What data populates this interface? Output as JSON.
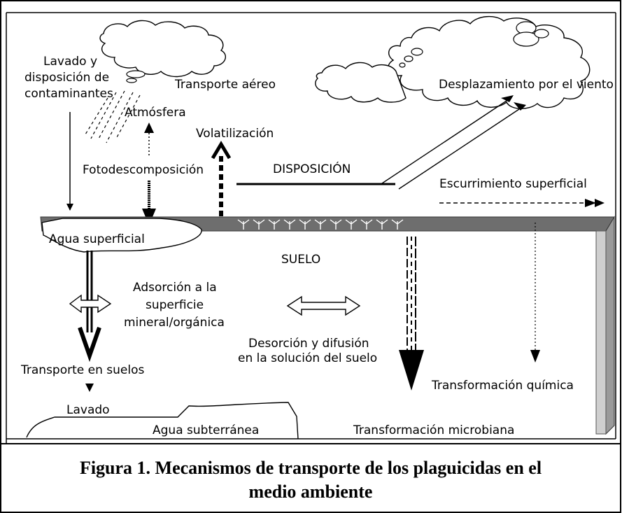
{
  "diagram": {
    "labels": {
      "lavado_y": "Lavado y",
      "disposicion_de": "disposición de",
      "contaminantes": "contaminantes",
      "transporte_aereo": "Transporte aéreo",
      "desplazamiento_viento": "Desplazamiento por el viento",
      "atmosfera": "Atmósfera",
      "volatilizacion": "Volatilización",
      "fotodescomposicion": "Fotodescomposición",
      "disposicion": "DISPOSICIÓN",
      "escurrimiento": "Escurrimiento superficial",
      "agua_superficial": "Agua superficial",
      "suelo": "SUELO",
      "adsorcion_1": "Adsorción a la",
      "adsorcion_2": "superficie",
      "adsorcion_3": "mineral/orgánica",
      "desorcion_1": "Desorción y difusión",
      "desorcion_2": "en la solución del suelo",
      "transporte_suelos": "Transporte en suelos",
      "transformacion_quimica": "Transformación química",
      "lavado": "Lavado",
      "agua_subterranea": "Agua subterránea",
      "transformacion_microbiana": "Transformación microbiana"
    }
  },
  "caption": {
    "line1": "Figura 1. Mecanismos de transporte de los plaguicidas en el",
    "line2": "medio ambiente"
  }
}
